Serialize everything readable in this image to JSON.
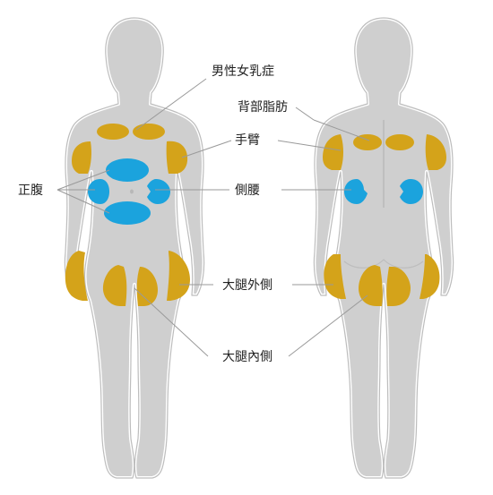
{
  "labels": {
    "gynecomastia": "男性女乳症",
    "back_fat": "背部脂肪",
    "upper_arm": "手臂",
    "abdomen": "正腹",
    "flank": "側腰",
    "outer_thigh": "大腿外側",
    "inner_thigh": "大腿內側"
  },
  "colors": {
    "body": "#cfcfcf",
    "outline": "#ffffff",
    "zone_gold": "#d4a31a",
    "zone_blue": "#1ba3dd",
    "leader": "#9a9a9a"
  }
}
